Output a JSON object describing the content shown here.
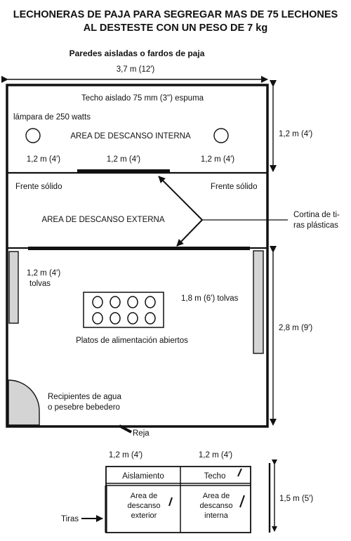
{
  "title": {
    "line1": "LECHONERAS DE PAJA PARA SEGREGAR MAS DE 75 LECHONES",
    "line2": "AL DESTESTE CON UN PESO DE 7 kg"
  },
  "plan": {
    "walls_label": "Paredes aisladas o fardos de paja",
    "width_label": "3,7 m (12′)",
    "roof_label": "Techo aislado 75 mm (3\") espuma",
    "lamp_label": "lámpara de 250 watts",
    "inner_area_label": "AREA DE DESCANSO INTERNA",
    "seg_left": "1,2 m (4′)",
    "seg_mid": "1,2 m (4′)",
    "seg_right": "1,2 m (4′)",
    "top_height": "1,2 m (4′)",
    "solid_front_left": "Frente sólido",
    "solid_front_right": "Frente sólido",
    "outer_area_label": "AREA DE DESCANSO EXTERNA",
    "curtain_line1": "Cortina de ti-",
    "curtain_line2": "ras plásticas",
    "left_hopper_line1": "1,2 m (4′)",
    "left_hopper_line2": "tolvas",
    "right_hopper": "1,8 m (6′) tolvas",
    "feeders_label": "Platos de alimentación abiertos",
    "lower_height": "2,8 m (9′)",
    "water_line1": "Recipientes de agua",
    "water_line2": "o pesebre bebedero",
    "gate": "Reja"
  },
  "section": {
    "left_width": "1,2 m (4′)",
    "right_width": "1,2 m (4′)",
    "insulation": "Aislamiento",
    "roof": "Techo",
    "outer_l1": "Area de",
    "outer_l2": "descanso",
    "outer_l3": "exterior",
    "inner_l1": "Area de",
    "inner_l2": "descanso",
    "inner_l3": "interna",
    "height": "1,5 m (5′)",
    "strips": "Tiras"
  },
  "colors": {
    "ink": "#111111",
    "hopper_fill": "#d4d4d4",
    "water_fill": "#d4d4d4"
  }
}
